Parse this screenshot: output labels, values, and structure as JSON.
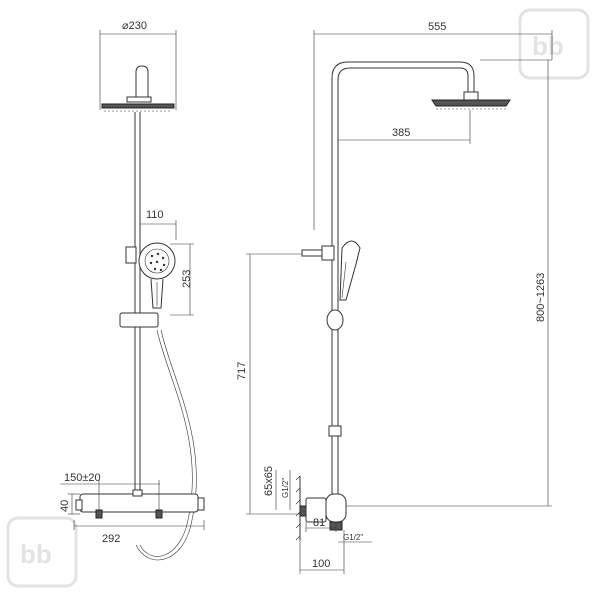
{
  "dimensions": {
    "head_diameter": "⌀230",
    "arm_reach": "555",
    "arm_length": "385",
    "handshower_width": "110",
    "handshower_height": "253",
    "height_range": "800~1263",
    "outlet_height": "717",
    "connection_spacing": "150±20",
    "mixer_height": "40",
    "mixer_length": "292",
    "eccentric_range": "65x65",
    "thread_left": "G1/2\"",
    "thread_right": "G1/2\"",
    "offset_small": "81",
    "offset_large": "100"
  },
  "watermark": {
    "logo": "brand-logo-watermark",
    "color": "#e3e3e3"
  }
}
